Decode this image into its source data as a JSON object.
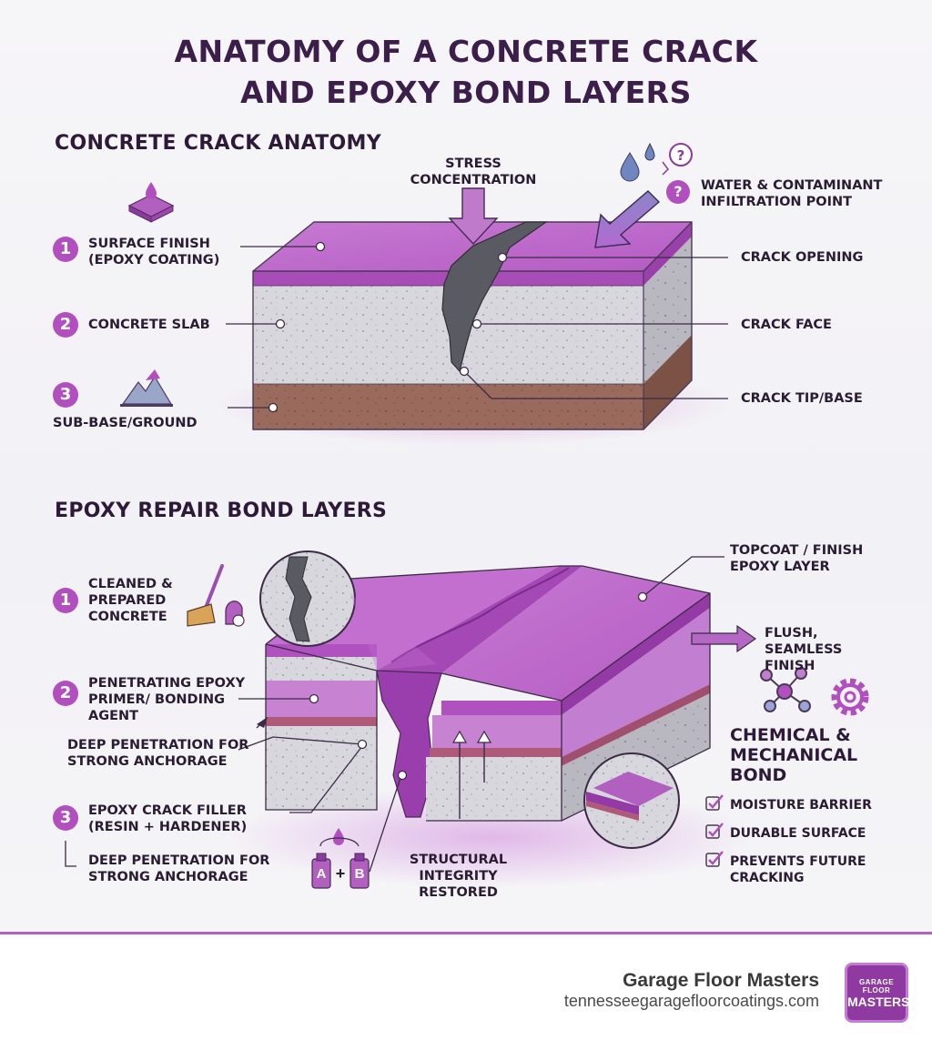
{
  "title": [
    "ANATOMY OF A CONCRETE CRACK",
    "AND EPOXY BOND LAYERS"
  ],
  "crack_anatomy": {
    "heading": "CONCRETE CRACK ANATOMY",
    "labels": {
      "stress": "STRESS\nCONCENTRATION",
      "water": "WATER & CONTAMINANT\nINFILTRATION POINT",
      "surface": "SURFACE FINISH\n(EPOXY COATING)",
      "slab": "CONCRETE SLAB",
      "subbase": "SUB-BASE/GROUND",
      "opening": "CRACK OPENING",
      "face": "CRACK FACE",
      "tip": "CRACK TIP/BASE"
    },
    "numbers": [
      "1",
      "2",
      "3"
    ]
  },
  "epoxy_repair": {
    "heading": "EPOXY REPAIR BOND LAYERS",
    "labels": {
      "cleaned": "CLEANED &\nPREPARED\nCONCRETE",
      "primer": "PENETRATING EPOXY\nPRIMER/ BONDING\nAGENT",
      "deep1": "DEEP PENETRATION FOR\nSTRONG ANCHORAGE",
      "filler": "EPOXY CRACK FILLER\n(RESIN + HARDENER)",
      "deep2": "DEEP PENETRATION FOR\nSTRONG ANCHORAGE",
      "structural": "STRUCTURAL\nINTEGRITY\nRESTORED",
      "topcoat": "TOPCOAT / FINISH\nEPOXY LAYER",
      "flush": "FLUSH,\nSEAMLESS\nFINISH",
      "bond": "CHEMICAL &\nMECHANICAL\nBOND",
      "bottle_a": "A",
      "bottle_plus": "+",
      "bottle_b": "B"
    },
    "numbers": [
      "1",
      "2",
      "3"
    ],
    "benefits": [
      "MOISTURE BARRIER",
      "DURABLE SURFACE",
      "PREVENTS FUTURE\nCRACKING"
    ]
  },
  "footer": {
    "brand": "Garage Floor Masters",
    "url": "tennesseegaragefloorcoatings.com",
    "logo_text": [
      "GARAGE FLOOR",
      "MASTERS"
    ]
  },
  "colors": {
    "accent": "#b24fbf",
    "epoxy": "#b65ec4",
    "concrete": "#d9d8de",
    "ground": "#96675a",
    "title": "#3b1f4a"
  }
}
